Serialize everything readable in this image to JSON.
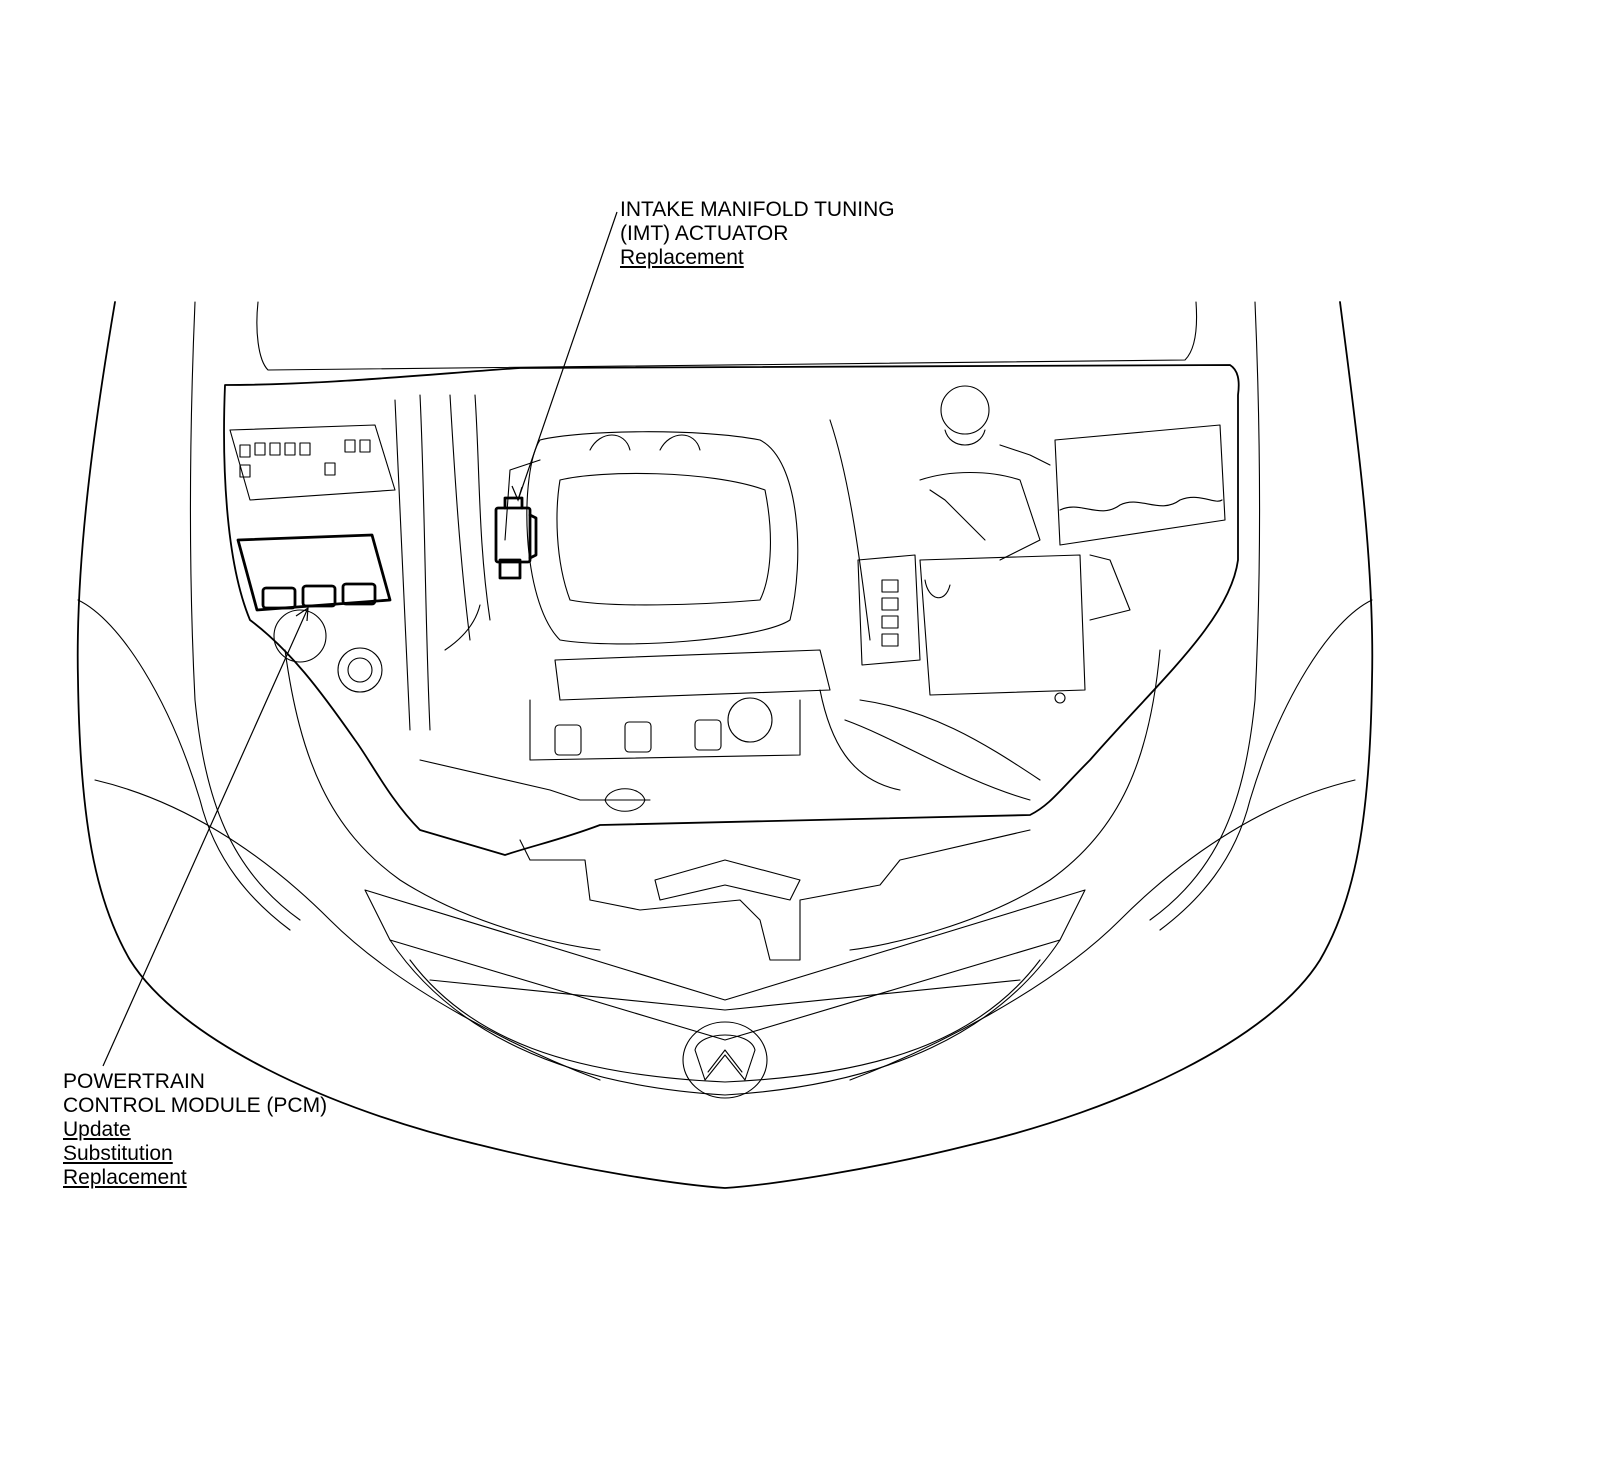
{
  "callouts": {
    "imt": {
      "title_line1": "INTAKE MANIFOLD TUNING",
      "title_line2": "(IMT) ACTUATOR",
      "links": [
        "Replacement"
      ]
    },
    "pcm": {
      "title_line1": "POWERTRAIN",
      "title_line2": "CONTROL MODULE (PCM)",
      "links": [
        "Update",
        "Substitution",
        "Replacement"
      ]
    }
  },
  "icons": {
    "emblem": "acura-emblem-icon"
  }
}
